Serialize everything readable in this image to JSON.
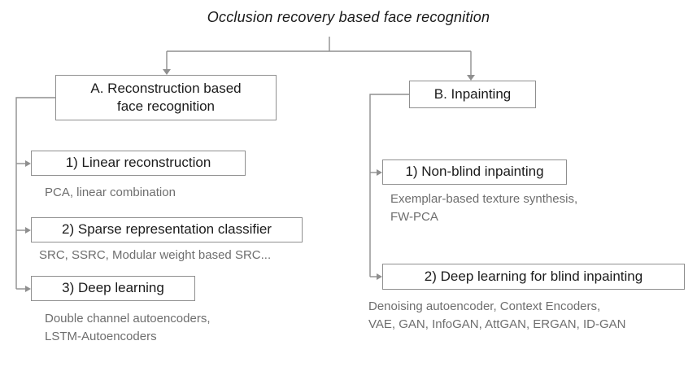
{
  "title": "Occlusion recovery based face recognition",
  "branch_a": {
    "label": "A. Reconstruction based face recognition",
    "items": [
      {
        "label": "1) Linear reconstruction",
        "caption": "PCA, linear combination"
      },
      {
        "label": "2) Sparse representation classifier",
        "caption": "SRC, SSRC, Modular weight based SRC..."
      },
      {
        "label": "3) Deep learning",
        "caption": "Double channel autoencoders,\nLSTM-Autoencoders"
      }
    ]
  },
  "branch_b": {
    "label": "B. Inpainting",
    "items": [
      {
        "label": "1) Non-blind inpainting",
        "caption": "Exemplar-based texture synthesis,\nFW-PCA"
      },
      {
        "label": "2) Deep learning for blind inpainting",
        "caption": "Denoising autoencoder, Context Encoders,\nVAE, GAN, InfoGAN, AttGAN, ERGAN, ID-GAN"
      }
    ]
  },
  "colors": {
    "box_border": "#8f8f8f",
    "connector_line": "#8f8f8f",
    "caption_text": "#6e6e6e",
    "label_text": "#1b1b1b"
  }
}
